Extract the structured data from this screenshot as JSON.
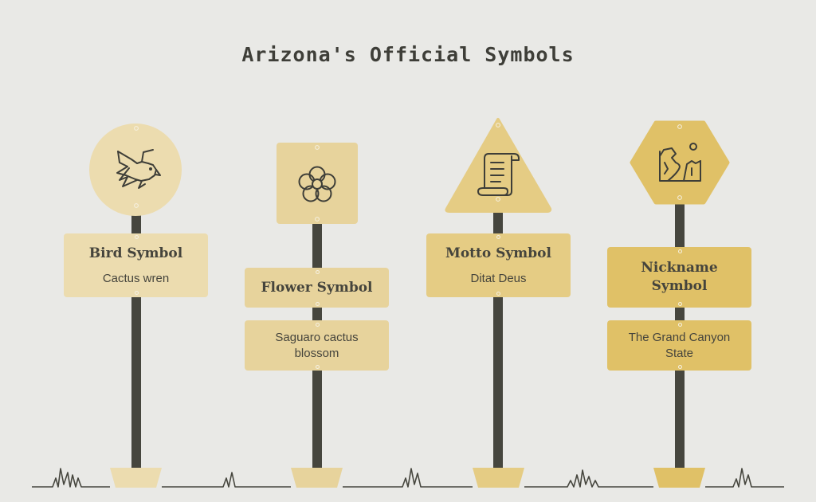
{
  "title": "Arizona's Official Symbols",
  "signs": [
    {
      "heading": "Bird Symbol",
      "text": "Cactus wren",
      "icon": "bird-icon",
      "color": "#ecdcaf"
    },
    {
      "heading": "Flower Symbol",
      "text": "Saguaro cactus blossom",
      "icon": "flower-icon",
      "color": "#e7d39c"
    },
    {
      "heading": "Motto Symbol",
      "text": "Ditat Deus",
      "icon": "scroll-icon",
      "color": "#e5cc84"
    },
    {
      "heading": "Nickname Symbol",
      "text": "The Grand Canyon State",
      "icon": "canyon-icon",
      "color": "#e0c167"
    }
  ],
  "colors": {
    "background": "#e9e9e6",
    "pole": "#46463e",
    "ink": "#3e3e38"
  }
}
